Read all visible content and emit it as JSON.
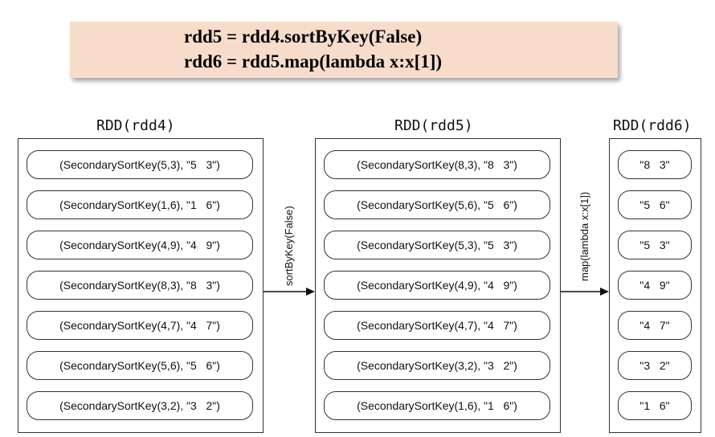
{
  "code": {
    "line1": "rdd5 = rdd4.sortByKey(False)",
    "line2": "rdd6 = rdd5.map(lambda x:x[1])"
  },
  "rdd4": {
    "title": "RDD(rdd4)",
    "items": [
      "(SecondarySortKey(5,3), \"5   3\")",
      "(SecondarySortKey(1,6), \"1   6\")",
      "(SecondarySortKey(4,9), \"4   9\")",
      "(SecondarySortKey(8,3), \"8   3\")",
      "(SecondarySortKey(4,7), \"4   7\")",
      "(SecondarySortKey(5,6), \"5   6\")",
      "(SecondarySortKey(3,2), \"3   2\")"
    ]
  },
  "rdd5": {
    "title": "RDD(rdd5)",
    "items": [
      "(SecondarySortKey(8,3), \"8   3\")",
      "(SecondarySortKey(5,6), \"5   6\")",
      "(SecondarySortKey(5,3), \"5   3\")",
      "(SecondarySortKey(4,9), \"4   9\")",
      "(SecondarySortKey(4,7), \"4   7\")",
      "(SecondarySortKey(3,2), \"3   2\")",
      "(SecondarySortKey(1,6), \"1   6\")"
    ]
  },
  "rdd6": {
    "title": "RDD(rdd6)",
    "items": [
      "\"8   3\"",
      "\"5   6\"",
      "\"5   3\"",
      "\"4   9\"",
      "\"4   7\"",
      "\"3   2\"",
      "\"1   6\""
    ]
  },
  "operations": {
    "op1": "sortByKey(False)",
    "op2": "map(lambda x:x[1])"
  }
}
